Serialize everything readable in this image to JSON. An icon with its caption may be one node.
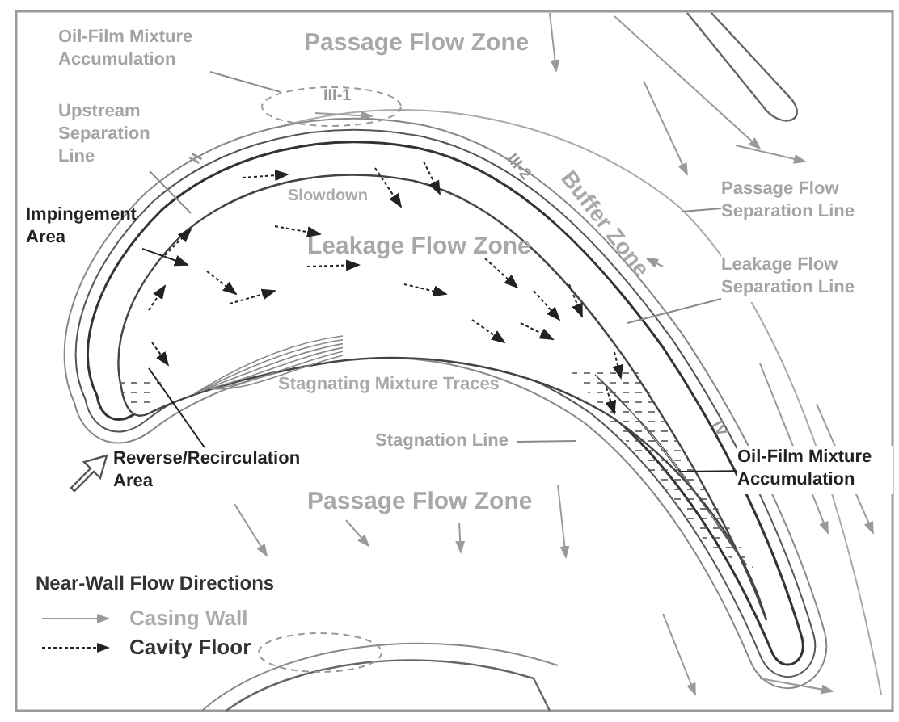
{
  "diagram": {
    "nodes": [
      {
        "text": [
          "Oil-Film Mixture Accumulation"
        ]
      },
      {
        "text": [
          "Upstream Separation Line"
        ]
      },
      {
        "text": [
          "Impingement Area"
        ]
      },
      {
        "text": [
          "Passage Flow Separation Line"
        ]
      },
      {
        "text": [
          "Leakage Flow Separation Line"
        ]
      },
      {
        "text": [
          "Stagnation Line"
        ]
      },
      {
        "text": [
          "Oil-Film Mixture Accumulation"
        ]
      },
      {
        "text": [
          "Reverse/Recirculation Area"
        ]
      },
      {
        "text": [],
        "shape": "ellipse"
      }
    ],
    "edges": [
      {
        "from": 0,
        "to": 8,
        "arrow": "none"
      },
      {
        "from": 1,
        "to": null,
        "arrow": "none"
      },
      {
        "from": 2,
        "to": null,
        "arrow": "to",
        "color": "#222222"
      },
      {
        "from": 3,
        "to": null,
        "arrow": "none"
      },
      {
        "from": 4,
        "to": null,
        "arrow": "none"
      },
      {
        "from": 5,
        "to": null,
        "arrow": "none"
      },
      {
        "from": 6,
        "to": null,
        "arrow": "none",
        "color": "#222222"
      },
      {
        "from": 7,
        "to": null,
        "arrow": "none",
        "color": "#222222"
      }
    ],
    "labels": [
      "Passage Flow Zone",
      "III-1",
      "II",
      "Slowdown",
      "Leakage Flow Zone",
      "III-2",
      "Buffer Zone",
      "Stagnating Mixture Traces",
      "IV",
      "Passage Flow Zone",
      "Near-Wall Flow Directions"
    ],
    "legend": [
      {
        "text": "Casing Wall"
      },
      {
        "text": "Cavity Floor"
      }
    ]
  }
}
